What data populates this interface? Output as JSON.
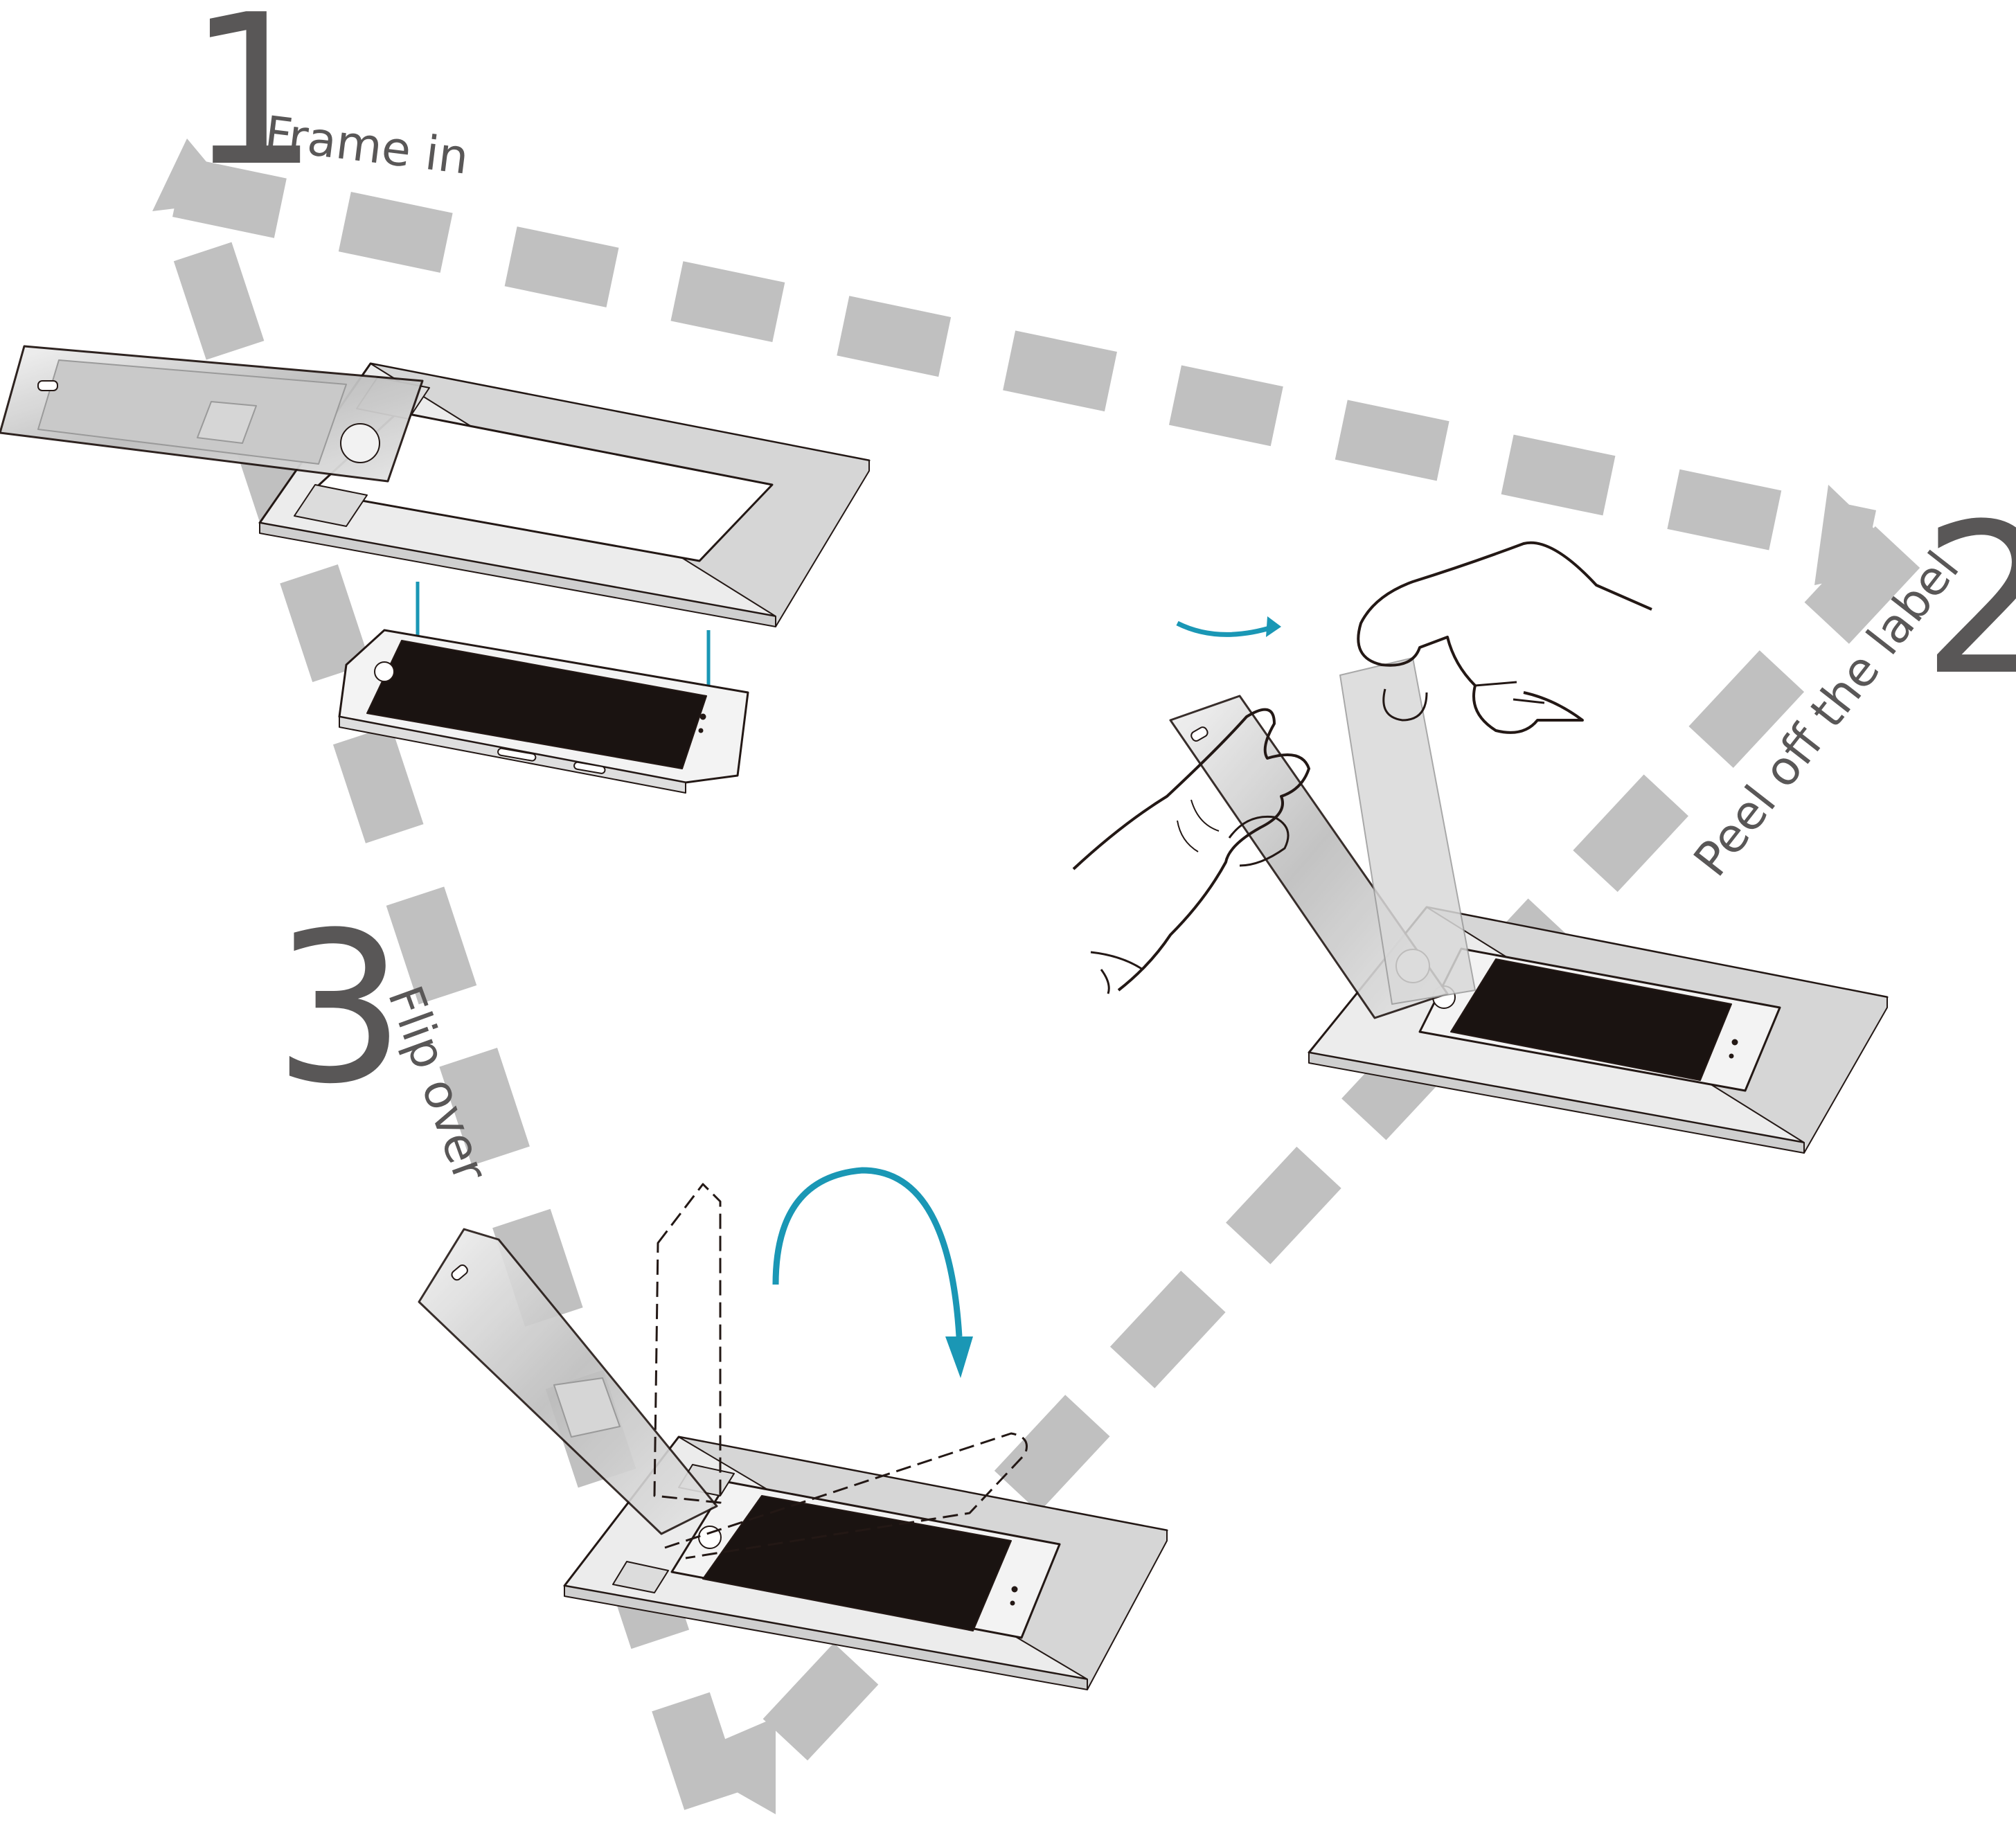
{
  "diagram": {
    "colors": {
      "dash_path": "#c0c0c0",
      "text": "#595757",
      "arrow_accent": "#1a97b5",
      "line": "#231815",
      "tray_fill": "#ececec",
      "screen_fill": "#1a1311",
      "protector_fill": "#d8d8d8"
    },
    "steps": [
      {
        "number": "1",
        "label": "Frame in"
      },
      {
        "number": "2",
        "label": "Peel off the label"
      },
      {
        "number": "3",
        "label": "Flip over"
      }
    ]
  }
}
